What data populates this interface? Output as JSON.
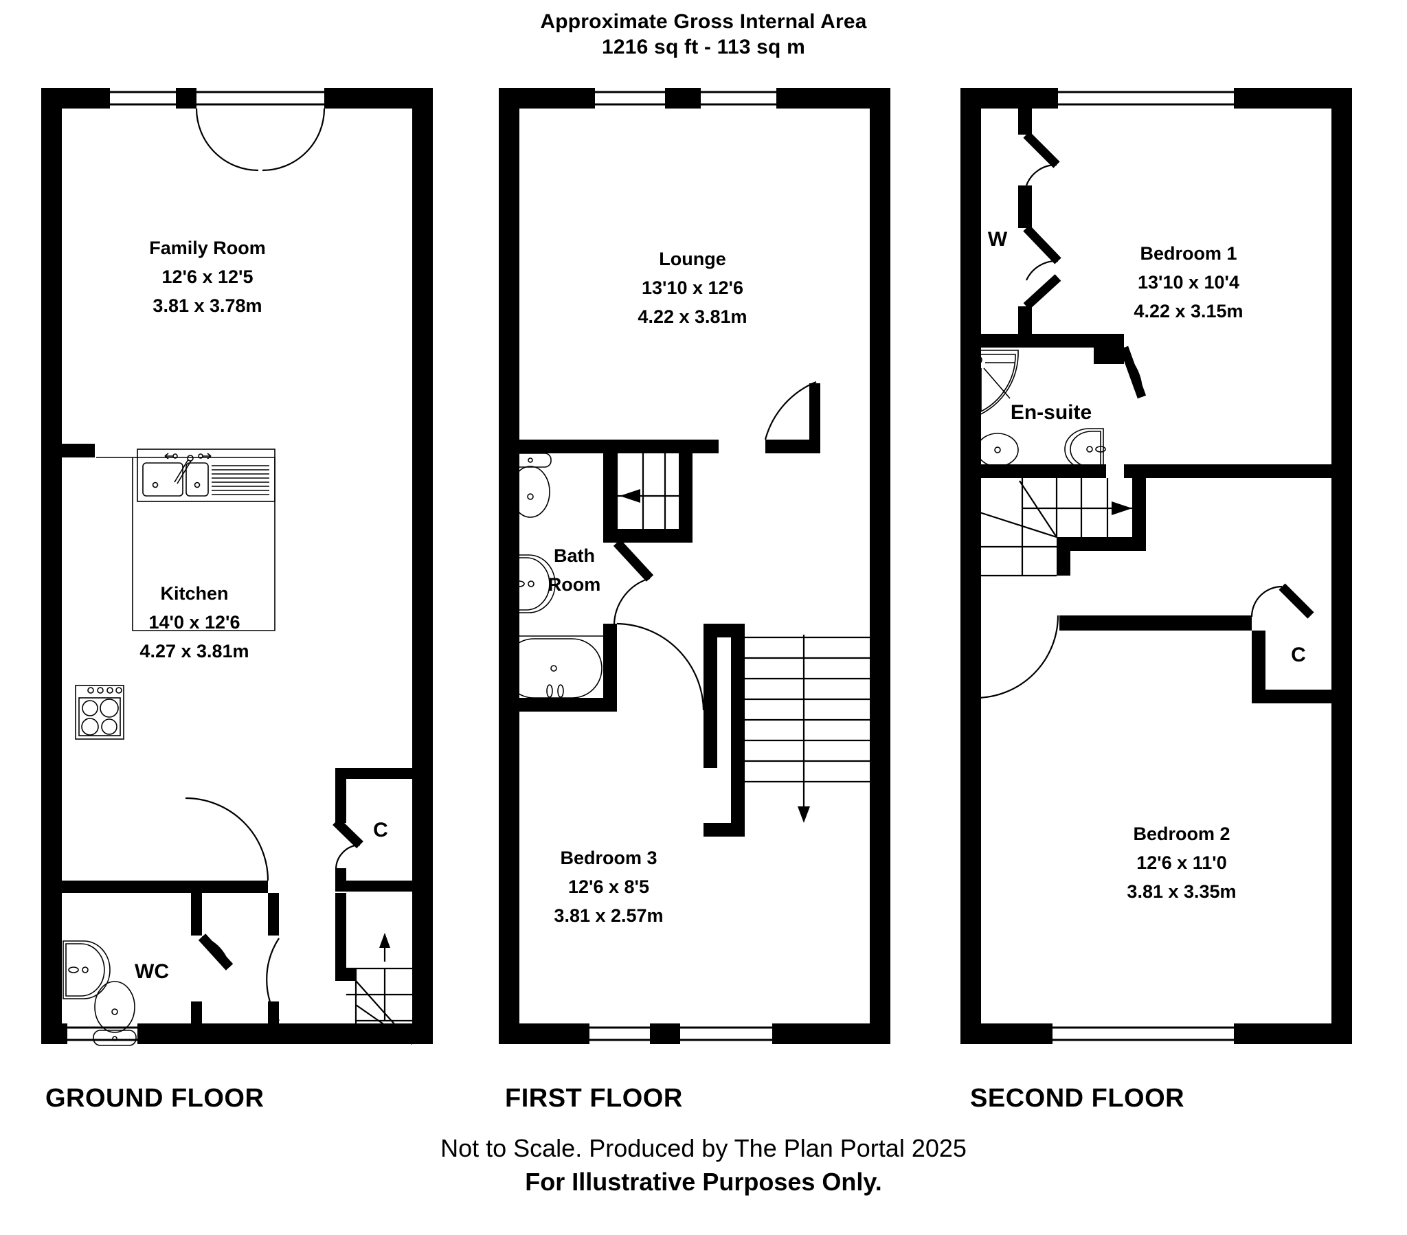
{
  "header": {
    "line1": "Approximate Gross Internal Area",
    "line2": "1216 sq ft - 113 sq m"
  },
  "footer": {
    "line1": "Not to Scale. Produced by The Plan Portal 2025",
    "line2": "For Illustrative Purposes Only."
  },
  "floors": [
    {
      "id": "ground",
      "title": "GROUND FLOOR",
      "rooms": [
        {
          "name": "Family Room",
          "imperial": "12'6 x 12'5",
          "metric": "3.81 x 3.78m"
        },
        {
          "name": "Kitchen",
          "imperial": "14'0 x 12'6",
          "metric": "4.27 x 3.81m"
        }
      ],
      "tags": [
        {
          "label": "C"
        },
        {
          "label": "WC"
        }
      ]
    },
    {
      "id": "first",
      "title": "FIRST FLOOR",
      "rooms": [
        {
          "name": "Lounge",
          "imperial": "13'10 x 12'6",
          "metric": "4.22 x 3.81m"
        },
        {
          "name": "Bedroom 3",
          "imperial": "12'6 x 8'5",
          "metric": "3.81 x 2.57m"
        }
      ],
      "tags": [
        {
          "label": "Bath"
        },
        {
          "label": "Room"
        }
      ]
    },
    {
      "id": "second",
      "title": "SECOND FLOOR",
      "rooms": [
        {
          "name": "Bedroom 1",
          "imperial": "13'10 x 10'4",
          "metric": "4.22 x 3.15m"
        },
        {
          "name": "Bedroom 2",
          "imperial": "12'6 x 11'0",
          "metric": "3.81 x 3.35m"
        }
      ],
      "tags": [
        {
          "label": "W"
        },
        {
          "label": "En-suite"
        },
        {
          "label": "C"
        }
      ]
    }
  ],
  "colors": {
    "wall": "#000000",
    "paper": "#ffffff",
    "fixture_stroke": "#000000"
  }
}
